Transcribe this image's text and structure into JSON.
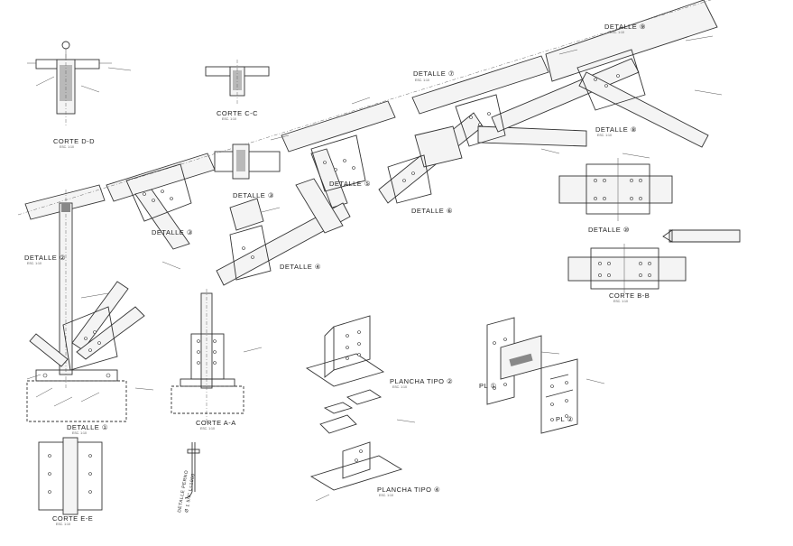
{
  "titles": {
    "detalle_1": "DETALLE ①",
    "detalle_2": "DETALLE ②",
    "detalle_3": "DETALLE ③",
    "detalle_3b": "DETALLE ③",
    "detalle_4": "DETALLE ④",
    "detalle_5": "DETALLE ⑤",
    "detalle_6": "DETALLE ⑥",
    "detalle_6b": "DETALLE ⑥",
    "detalle_7": "DETALLE ⑦",
    "detalle_8": "DETALLE ⑧",
    "detalle_9": "DETALLE ⑨",
    "detalle_10": "DETALLE ⑩",
    "corte_aa": "CORTE A-A",
    "corte_bb": "CORTE B-B",
    "corte_cc": "CORTE C-C",
    "corte_dd": "CORTE D-D",
    "corte_ee": "CORTE E-E",
    "plancha_2": "PLANCHA TIPO ②",
    "plancha_4": "PLANCHA TIPO ④",
    "pl_1": "PL ①",
    "pl_2": "PL ②",
    "perno_1": "DETALLE PERNO",
    "perno_2": "Ø 1 5/8\" L=1000"
  },
  "scale": "ESC. 1:10",
  "colors": {
    "line": "#333333",
    "hatch": "#888888",
    "paper": "#ffffff"
  }
}
